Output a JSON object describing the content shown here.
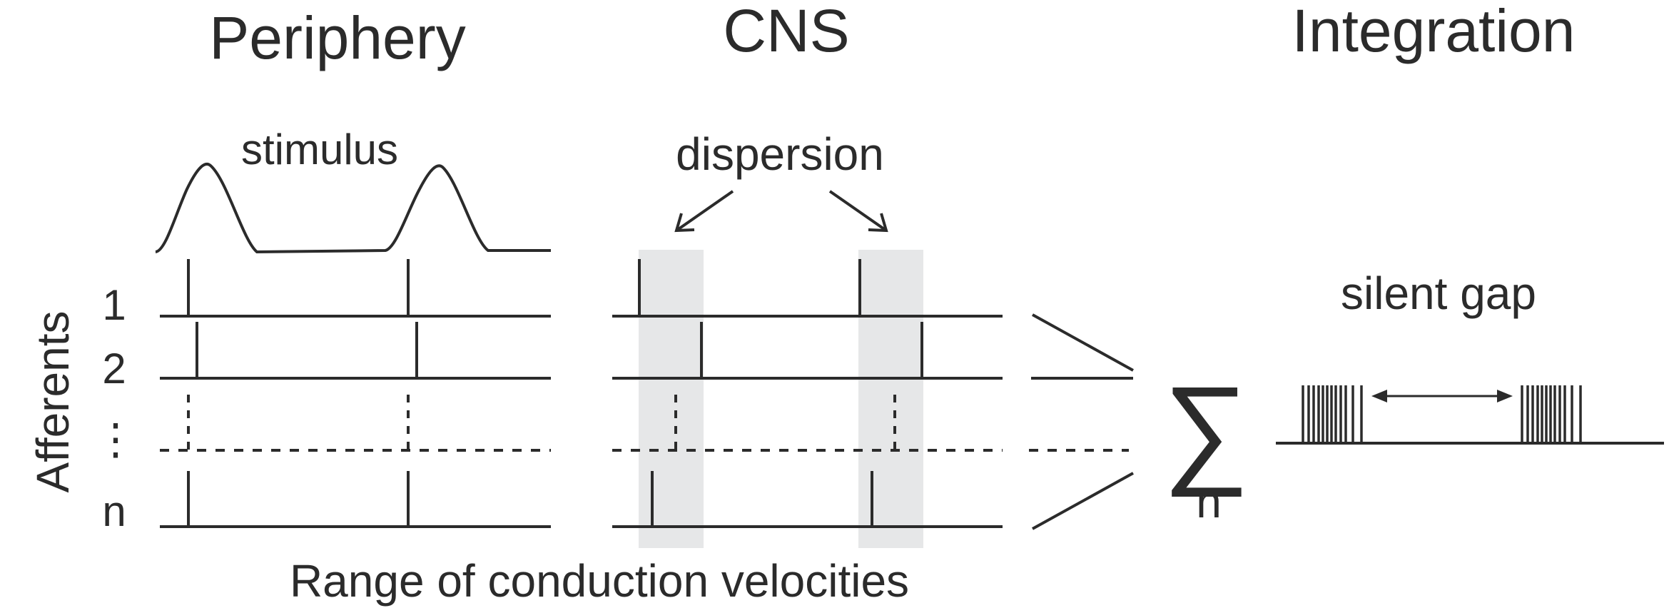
{
  "colors": {
    "ink": "#2b2b2b",
    "highlight": "#e6e7e8",
    "background": "#ffffff"
  },
  "sections": {
    "periphery": "Periphery",
    "cns": "CNS",
    "integration": "Integration"
  },
  "labels": {
    "stimulus": "stimulus",
    "dispersion": "dispersion",
    "silent_gap": "silent gap",
    "afferents_axis": "Afferents",
    "x_axis": "Range of conduction velocities",
    "sum_symbol": "∑",
    "sum_index": "n"
  },
  "afferent_rows": [
    "1",
    "2",
    "⋮",
    "n"
  ]
}
